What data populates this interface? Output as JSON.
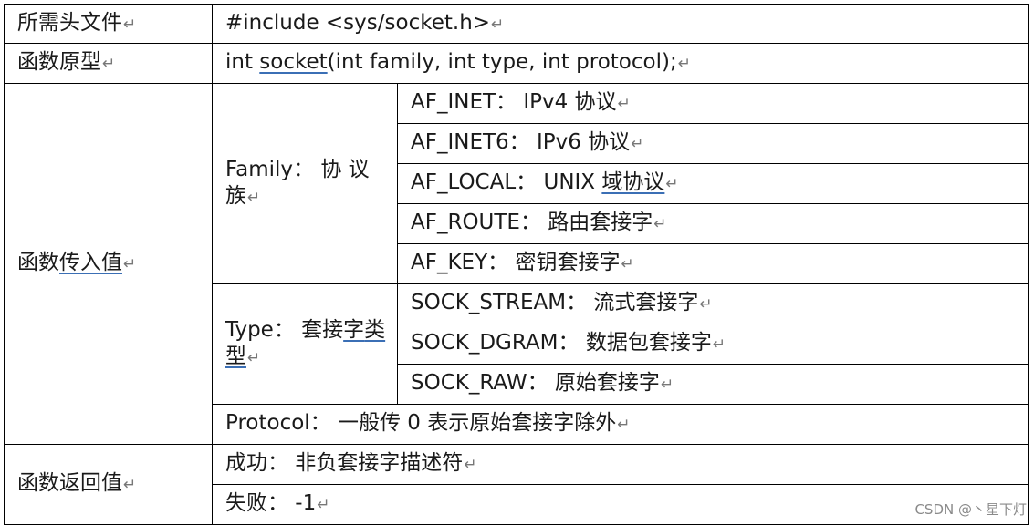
{
  "rows": {
    "header_file": {
      "label": "所需头文件",
      "value": "#include <sys/socket.h>"
    },
    "prototype": {
      "label": "函数原型",
      "prefix": "int ",
      "func": "socket",
      "suffix": "(int family, int type, int protocol);"
    },
    "params": {
      "label_a": "函数",
      "label_b": "传入值",
      "family": {
        "label": "Family： 协 议 族",
        "items": [
          "AF_INET： IPv4 协议",
          "AF_INET6： IPv6 协议",
          {
            "prefix": "AF_LOCAL： UNIX ",
            "underlined": "域协议"
          },
          "AF_ROUTE： 路由套接字",
          "AF_KEY： 密钥套接字"
        ]
      },
      "type": {
        "label_a": "Type： 套接",
        "label_b": "字",
        "label_c": "类型",
        "items": [
          "SOCK_STREAM： 流式套接字",
          "SOCK_DGRAM： 数据包套接字",
          "SOCK_RAW： 原始套接字"
        ]
      },
      "protocol": "Protocol： 一般传 0  表示原始套接字除外"
    },
    "returns": {
      "label": "函数返回值",
      "success": "成功： 非负套接字描述符",
      "failure": "失败： -1"
    }
  },
  "paragraph_mark": "↵",
  "watermark": "CSDN @丶星下灯"
}
